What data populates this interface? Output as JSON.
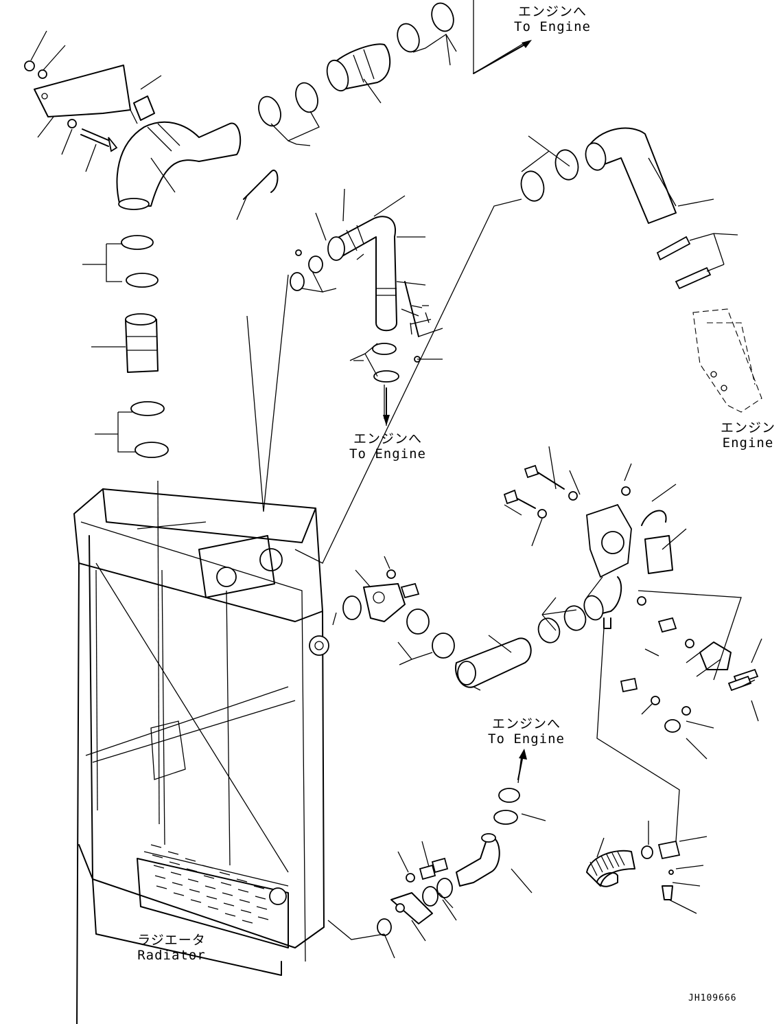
{
  "labels": {
    "engine_top_ja": "エンジンへ",
    "engine_top_en": "To Engine",
    "engine_mid_ja": "エンジンへ",
    "engine_mid_en": "To Engine",
    "engine_right_ja": "エンジン",
    "engine_right_en": "Engine",
    "engine_low_ja": "エンジンへ",
    "engine_low_en": "To Engine",
    "radiator_ja": "ラジエータ",
    "radiator_en": "Radiator"
  },
  "document_id": "JH109666",
  "colors": {
    "line": "#000000",
    "background": "#ffffff"
  }
}
